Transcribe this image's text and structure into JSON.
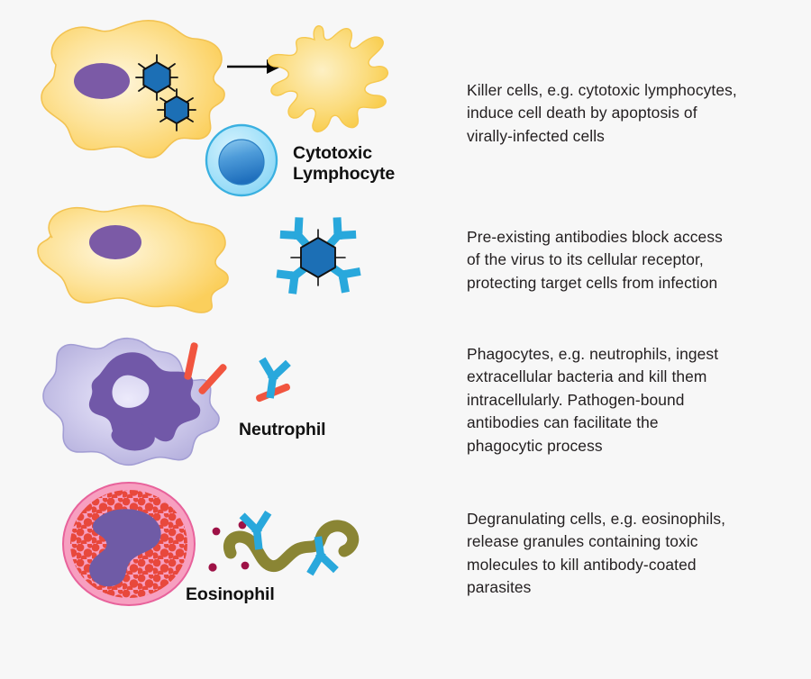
{
  "page": {
    "background_color": "#f7f7f7",
    "text_color": "#231f20",
    "label_color": "#111111"
  },
  "palette": {
    "infected_cell_fill": "#fbd968",
    "infected_cell_fill_light": "#fdf2cf",
    "infected_cell_stroke": "#f5c64a",
    "nucleus_purple": "#7b5aa6",
    "virus_blue": "#1c6fb5",
    "virus_outline": "#1a1a1a",
    "antibody_cyan": "#29a8dc",
    "lymphocyte_outer": "#a8e4fb",
    "lymphocyte_outer_stroke": "#3ab0e0",
    "lymphocyte_nucleus": "#2f86d0",
    "neutrophil_body": "#c5c2e6",
    "neutrophil_nucleus": "#7158a8",
    "bacteria_red": "#f1553f",
    "eosinophil_membrane": "#f79fc0",
    "eosinophil_granules": "#e8483c",
    "eosinophil_nucleus": "#6f5ba6",
    "parasite_olive": "#8a8534",
    "granule_dot": "#9e1246",
    "arrow_black": "#000000"
  },
  "rows": [
    {
      "id": "killer-cells",
      "description": "Killer cells, e.g. cytotoxic lymphocytes,\ninduce cell death by apoptosis of\nvirally-infected cells",
      "cell_label": "Cytotoxic\nLymphocyte",
      "elements": [
        "infected-cell",
        "nucleus",
        "virus-particle",
        "process-arrow",
        "apoptotic-cell",
        "cytotoxic-lymphocyte"
      ]
    },
    {
      "id": "pre-existing-antibodies",
      "description": "Pre-existing antibodies block access\nof the virus to its cellular receptor,\nprotecting target cells from infection",
      "cell_label": "",
      "elements": [
        "target-cell",
        "nucleus",
        "virus-particle",
        "antibody"
      ]
    },
    {
      "id": "phagocytes",
      "description": "Phagocytes, e.g. neutrophils, ingest\nextracellular bacteria and kill them\nintracellularly. Pathogen-bound\nantibodies can facilitate the\nphagocytic process",
      "cell_label": "Neutrophil",
      "elements": [
        "neutrophil",
        "lobed-nucleus",
        "bacterium",
        "antibody"
      ]
    },
    {
      "id": "degranulating-cells",
      "description": "Degranulating cells, e.g. eosinophils,\nrelease granules containing toxic\nmolecules to kill antibody-coated\nparasites",
      "cell_label": "Eosinophil",
      "elements": [
        "eosinophil",
        "bilobed-nucleus",
        "granule-dot",
        "parasite",
        "antibody"
      ]
    }
  ]
}
